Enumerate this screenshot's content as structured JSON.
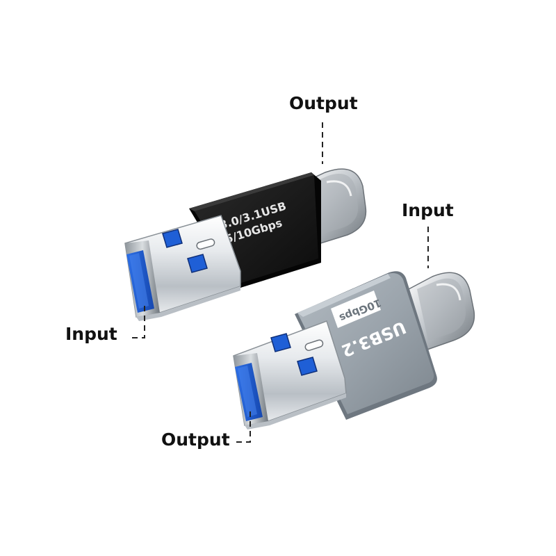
{
  "callouts": {
    "black_output": "Output",
    "black_input": "Input",
    "silver_input": "Input",
    "silver_output": "Output"
  },
  "black_adapter": {
    "line1": "3.0/3.1USB",
    "line2": "5/10Gbps",
    "body_color": "#161616",
    "text_color": "#e6e6e6"
  },
  "silver_adapter": {
    "line1": "USB3.2",
    "line2": "10Gbps",
    "body_color": "#9aa3ab",
    "text_color": "#ffffff",
    "badge_color": "#ffffff",
    "badge_text_color": "#6c757d"
  },
  "colors": {
    "usb3_blue": "#1f5fd6",
    "usb3_blue_deep": "#123d9c",
    "metal_light": "#f2f4f6",
    "metal_mid": "#c9ced3",
    "metal_dark": "#7f868d",
    "callout_text": "#111111"
  }
}
